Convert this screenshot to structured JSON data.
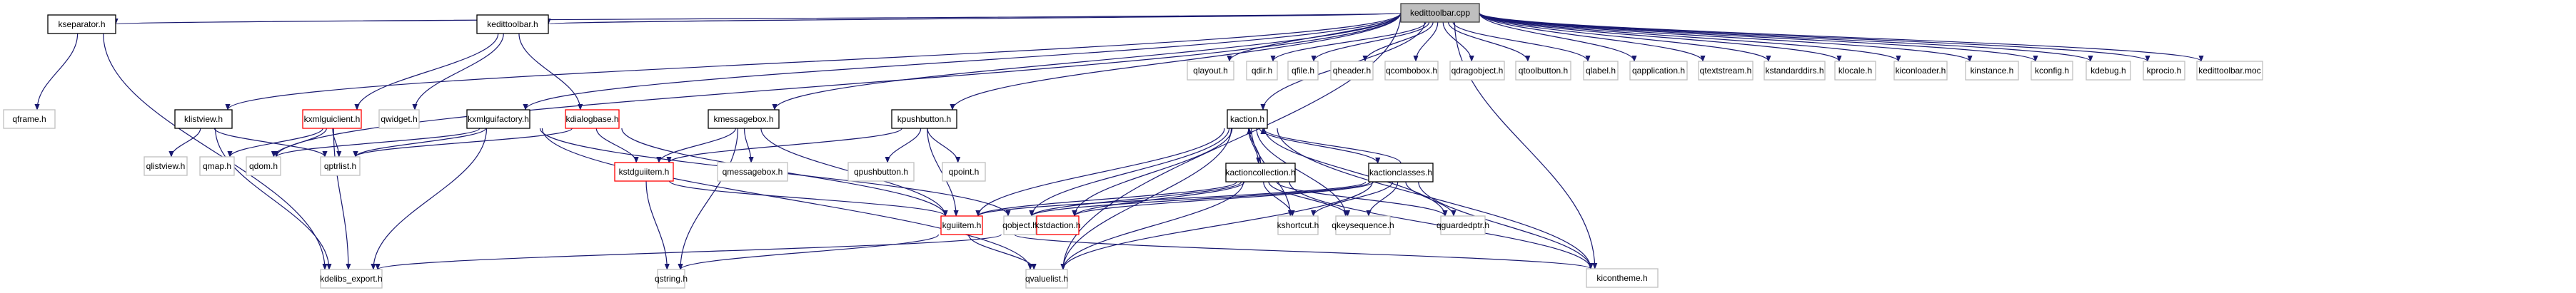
{
  "diagram": {
    "title": "kedittoolbar.cpp",
    "colors": {
      "edge": "#191970",
      "root_fill": "#bfbfbf",
      "root_border": "#404040",
      "documented_border": "#000000",
      "undocumented_border": "#bfbfbf",
      "incomplete_border": "#ff0000"
    },
    "nodes": [
      {
        "id": "kedittoolbar_cpp",
        "label": "kedittoolbar.cpp",
        "kind": "root"
      },
      {
        "id": "kseparator_h",
        "label": "kseparator.h",
        "kind": "documented"
      },
      {
        "id": "kedittoolbar_h",
        "label": "kedittoolbar.h",
        "kind": "documented"
      },
      {
        "id": "qlayout_h",
        "label": "qlayout.h",
        "kind": "external"
      },
      {
        "id": "qdir_h",
        "label": "qdir.h",
        "kind": "external"
      },
      {
        "id": "qfile_h",
        "label": "qfile.h",
        "kind": "external"
      },
      {
        "id": "qheader_h",
        "label": "qheader.h",
        "kind": "external"
      },
      {
        "id": "qcombobox_h",
        "label": "qcombobox.h",
        "kind": "external"
      },
      {
        "id": "qdragobject_h",
        "label": "qdragobject.h",
        "kind": "external"
      },
      {
        "id": "qtoolbutton_h",
        "label": "qtoolbutton.h",
        "kind": "external"
      },
      {
        "id": "qlabel_h",
        "label": "qlabel.h",
        "kind": "external"
      },
      {
        "id": "qapplication_h",
        "label": "qapplication.h",
        "kind": "external"
      },
      {
        "id": "qtextstream_h",
        "label": "qtextstream.h",
        "kind": "external"
      },
      {
        "id": "kstandarddirs_h",
        "label": "kstandarddirs.h",
        "kind": "external"
      },
      {
        "id": "klocale_h",
        "label": "klocale.h",
        "kind": "external"
      },
      {
        "id": "kiconloader_h",
        "label": "kiconloader.h",
        "kind": "external"
      },
      {
        "id": "kinstance_h",
        "label": "kinstance.h",
        "kind": "external"
      },
      {
        "id": "kconfig_h",
        "label": "kconfig.h",
        "kind": "external"
      },
      {
        "id": "kdebug_h",
        "label": "kdebug.h",
        "kind": "external"
      },
      {
        "id": "kprocio_h",
        "label": "kprocio.h",
        "kind": "external"
      },
      {
        "id": "kedittoolbar_moc",
        "label": "kedittoolbar.moc",
        "kind": "external"
      },
      {
        "id": "qframe_h",
        "label": "qframe.h",
        "kind": "external"
      },
      {
        "id": "klistview_h",
        "label": "klistview.h",
        "kind": "documented"
      },
      {
        "id": "kxmlguiclient_h",
        "label": "kxmlguiclient.h",
        "kind": "incomplete"
      },
      {
        "id": "qwidget_h",
        "label": "qwidget.h",
        "kind": "external"
      },
      {
        "id": "kxmlguifactory_h",
        "label": "kxmlguifactory.h",
        "kind": "documented"
      },
      {
        "id": "kdialogbase_h",
        "label": "kdialogbase.h",
        "kind": "incomplete"
      },
      {
        "id": "kmessagebox_h",
        "label": "kmessagebox.h",
        "kind": "documented"
      },
      {
        "id": "kpushbutton_h",
        "label": "kpushbutton.h",
        "kind": "documented"
      },
      {
        "id": "kaction_h",
        "label": "kaction.h",
        "kind": "documented"
      },
      {
        "id": "qlistview_h",
        "label": "qlistview.h",
        "kind": "external"
      },
      {
        "id": "qmap_h",
        "label": "qmap.h",
        "kind": "external"
      },
      {
        "id": "qdom_h",
        "label": "qdom.h",
        "kind": "external"
      },
      {
        "id": "qptrlist_h",
        "label": "qptrlist.h",
        "kind": "external"
      },
      {
        "id": "kstdguiitem_h",
        "label": "kstdguiitem.h",
        "kind": "incomplete"
      },
      {
        "id": "qmessagebox_h",
        "label": "qmessagebox.h",
        "kind": "external"
      },
      {
        "id": "qpushbutton_h",
        "label": "qpushbutton.h",
        "kind": "external"
      },
      {
        "id": "qpoint_h",
        "label": "qpoint.h",
        "kind": "external"
      },
      {
        "id": "kactioncollection_h",
        "label": "kactioncollection.h",
        "kind": "documented"
      },
      {
        "id": "kactionclasses_h",
        "label": "kactionclasses.h",
        "kind": "documented"
      },
      {
        "id": "kguiitem_h",
        "label": "kguiitem.h",
        "kind": "incomplete"
      },
      {
        "id": "qobject_h",
        "label": "qobject.h",
        "kind": "external"
      },
      {
        "id": "kstdaction_h",
        "label": "kstdaction.h",
        "kind": "incomplete"
      },
      {
        "id": "kshortcut_h",
        "label": "kshortcut.h",
        "kind": "external"
      },
      {
        "id": "qkeysequence_h",
        "label": "qkeysequence.h",
        "kind": "external"
      },
      {
        "id": "qguardedptr_h",
        "label": "qguardedptr.h",
        "kind": "external"
      },
      {
        "id": "kdelibs_export_h",
        "label": "kdelibs_export.h",
        "kind": "external"
      },
      {
        "id": "qstring_h",
        "label": "qstring.h",
        "kind": "external"
      },
      {
        "id": "qvaluelist_h",
        "label": "qvaluelist.h",
        "kind": "external"
      },
      {
        "id": "kicontheme_h",
        "label": "kicontheme.h",
        "kind": "external"
      }
    ],
    "edges": [
      [
        "kedittoolbar_cpp",
        "kseparator_h"
      ],
      [
        "kedittoolbar_cpp",
        "kedittoolbar_h"
      ],
      [
        "kedittoolbar_cpp",
        "klistview_h"
      ],
      [
        "kedittoolbar_cpp",
        "qdom_h"
      ],
      [
        "kedittoolbar_cpp",
        "kxmlguifactory_h"
      ],
      [
        "kedittoolbar_cpp",
        "kmessagebox_h"
      ],
      [
        "kedittoolbar_cpp",
        "kpushbutton_h"
      ],
      [
        "kedittoolbar_cpp",
        "kaction_h"
      ],
      [
        "kedittoolbar_cpp",
        "qvaluelist_h"
      ],
      [
        "kedittoolbar_cpp",
        "kicontheme_h"
      ],
      [
        "kedittoolbar_cpp",
        "qlayout_h"
      ],
      [
        "kedittoolbar_cpp",
        "qdir_h"
      ],
      [
        "kedittoolbar_cpp",
        "qfile_h"
      ],
      [
        "kedittoolbar_cpp",
        "qheader_h"
      ],
      [
        "kedittoolbar_cpp",
        "qcombobox_h"
      ],
      [
        "kedittoolbar_cpp",
        "qdragobject_h"
      ],
      [
        "kedittoolbar_cpp",
        "qtoolbutton_h"
      ],
      [
        "kedittoolbar_cpp",
        "qlabel_h"
      ],
      [
        "kedittoolbar_cpp",
        "qapplication_h"
      ],
      [
        "kedittoolbar_cpp",
        "qtextstream_h"
      ],
      [
        "kedittoolbar_cpp",
        "kstandarddirs_h"
      ],
      [
        "kedittoolbar_cpp",
        "klocale_h"
      ],
      [
        "kedittoolbar_cpp",
        "kiconloader_h"
      ],
      [
        "kedittoolbar_cpp",
        "kinstance_h"
      ],
      [
        "kedittoolbar_cpp",
        "kconfig_h"
      ],
      [
        "kedittoolbar_cpp",
        "kdebug_h"
      ],
      [
        "kedittoolbar_cpp",
        "kprocio_h"
      ],
      [
        "kedittoolbar_cpp",
        "kedittoolbar_moc"
      ],
      [
        "kseparator_h",
        "qframe_h"
      ],
      [
        "kseparator_h",
        "kdelibs_export_h"
      ],
      [
        "kedittoolbar_h",
        "kxmlguiclient_h"
      ],
      [
        "kedittoolbar_h",
        "qwidget_h"
      ],
      [
        "kedittoolbar_h",
        "kdialogbase_h"
      ],
      [
        "klistview_h",
        "qlistview_h"
      ],
      [
        "klistview_h",
        "qptrlist_h"
      ],
      [
        "klistview_h",
        "kdelibs_export_h"
      ],
      [
        "kxmlguiclient_h",
        "qmap_h"
      ],
      [
        "kxmlguiclient_h",
        "qdom_h"
      ],
      [
        "kxmlguiclient_h",
        "qptrlist_h"
      ],
      [
        "kxmlguiclient_h",
        "kdelibs_export_h"
      ],
      [
        "kxmlguifactory_h",
        "qdom_h"
      ],
      [
        "kxmlguifactory_h",
        "qptrlist_h"
      ],
      [
        "kxmlguifactory_h",
        "kdelibs_export_h"
      ],
      [
        "kxmlguifactory_h",
        "qvaluelist_h"
      ],
      [
        "kxmlguifactory_h",
        "qobject_h"
      ],
      [
        "kdialogbase_h",
        "qptrlist_h"
      ],
      [
        "kdialogbase_h",
        "kstdguiitem_h"
      ],
      [
        "kdialogbase_h",
        "kguiitem_h"
      ],
      [
        "kmessagebox_h",
        "kstdguiitem_h"
      ],
      [
        "kmessagebox_h",
        "qmessagebox_h"
      ],
      [
        "kmessagebox_h",
        "kguiitem_h"
      ],
      [
        "kmessagebox_h",
        "qstring_h"
      ],
      [
        "kpushbutton_h",
        "qpushbutton_h"
      ],
      [
        "kpushbutton_h",
        "qpoint_h"
      ],
      [
        "kpushbutton_h",
        "kstdguiitem_h"
      ],
      [
        "kpushbutton_h",
        "kguiitem_h"
      ],
      [
        "kstdguiitem_h",
        "kguiitem_h"
      ],
      [
        "kstdguiitem_h",
        "qstring_h"
      ],
      [
        "kaction_h",
        "kactioncollection_h"
      ],
      [
        "kaction_h",
        "kactionclasses_h"
      ],
      [
        "kaction_h",
        "kguiitem_h"
      ],
      [
        "kaction_h",
        "qobject_h"
      ],
      [
        "kaction_h",
        "kstdaction_h"
      ],
      [
        "kaction_h",
        "kshortcut_h"
      ],
      [
        "kaction_h",
        "qkeysequence_h"
      ],
      [
        "kaction_h",
        "qguardedptr_h"
      ],
      [
        "kaction_h",
        "qvaluelist_h"
      ],
      [
        "kaction_h",
        "kicontheme_h"
      ],
      [
        "kactioncollection_h",
        "kaction_h"
      ],
      [
        "kactioncollection_h",
        "kguiitem_h"
      ],
      [
        "kactioncollection_h",
        "qobject_h"
      ],
      [
        "kactioncollection_h",
        "kstdaction_h"
      ],
      [
        "kactioncollection_h",
        "kshortcut_h"
      ],
      [
        "kactioncollection_h",
        "qkeysequence_h"
      ],
      [
        "kactioncollection_h",
        "qguardedptr_h"
      ],
      [
        "kactioncollection_h",
        "qvaluelist_h"
      ],
      [
        "kactioncollection_h",
        "kicontheme_h"
      ],
      [
        "kactionclasses_h",
        "kaction_h"
      ],
      [
        "kactionclasses_h",
        "kguiitem_h"
      ],
      [
        "kactionclasses_h",
        "qobject_h"
      ],
      [
        "kactionclasses_h",
        "kstdaction_h"
      ],
      [
        "kactionclasses_h",
        "kshortcut_h"
      ],
      [
        "kactionclasses_h",
        "qkeysequence_h"
      ],
      [
        "kactionclasses_h",
        "qguardedptr_h"
      ],
      [
        "kactionclasses_h",
        "qvaluelist_h"
      ],
      [
        "kactionclasses_h",
        "kicontheme_h"
      ],
      [
        "kguiitem_h",
        "qstring_h"
      ],
      [
        "kguiitem_h",
        "qvaluelist_h"
      ],
      [
        "kguiitem_h",
        "kicontheme_h"
      ],
      [
        "kstdaction_h",
        "kdelibs_export_h"
      ]
    ]
  }
}
